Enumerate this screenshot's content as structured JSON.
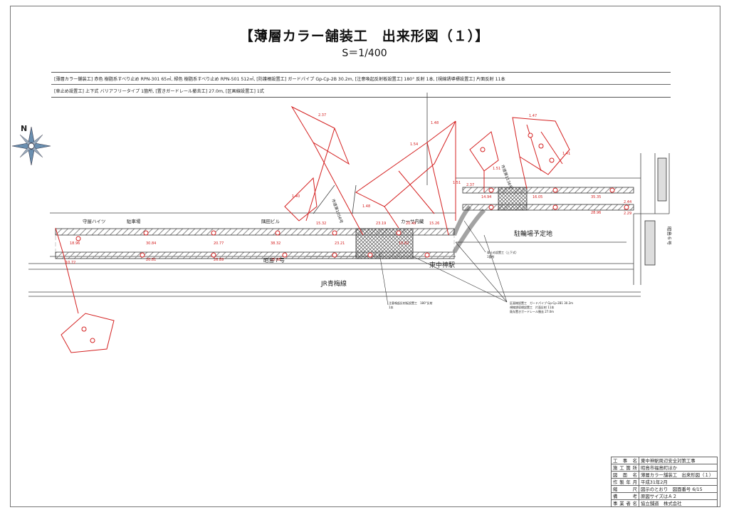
{
  "title": "【薄層カラー舗装工　出来形図（１）】",
  "scale": "S＝1/400",
  "summary": {
    "line1": "[薄層カラー舗装工] 赤色 樹脂系すべり止め RPN-301 65㎡, 緑色 樹脂系すべり止め RPN-501 512㎡, [防護柵設置工] ガードパイプ Gp-Cp-2B 30.2m, [注意喚起反射板設置工] 180° 反射 1本, [視線誘導標設置工] 片面反射 11本",
    "line2": "[車止め設置工] 上下式 バリアフリータイプ 1箇所, [置きガードレール撤去工] 27.0m, [区画線設置工] 1式"
  },
  "map_labels": {
    "compass_n": "N",
    "moriya_heights": "守屋ハイツ",
    "parking": "駐車場",
    "sumita_bldg": "隅田ビル",
    "carsa_uchigura": "カーサ内藏",
    "bicycle_parking": "駐輪場予定地",
    "akishima7": "昭島７号",
    "akishima6": "昭島６号",
    "higashinakagami_station": "東中神駅",
    "jr_ome_line": "JR青梅線",
    "city_road_1": "市道第1056号",
    "city_road_2": "市道第1136号"
  },
  "callouts": {
    "c1": "注意喚起反射板設置工　180°反射",
    "c1b": "1本",
    "c2": "車止め設置工（上下式）",
    "c2b": "1箇所",
    "c3": "区画線設置工　ガードパイプ Gp-Cp-2B1 30.2m",
    "c3b": "視線誘導標設置工　片面反射 11本",
    "c3c": "既存置きガードレール撤去 27.0m"
  },
  "dims": [
    "1.48",
    "2.37",
    "1.40",
    "1.51",
    "1.48",
    "2.37",
    "1.51",
    "1.47",
    "1.54",
    "1.41",
    "23.19",
    "23.21",
    "18.96",
    "38.32",
    "15.32",
    "20.77",
    "30.84",
    "20.81",
    "26.89",
    "25.68",
    "14.94",
    "16.05",
    "35.35",
    "28.96",
    "2.44",
    "2.29",
    "20.46",
    "15.26",
    "10.72",
    "10.62"
  ],
  "info_block": [
    {
      "key": "工事名",
      "value": "東中神駅周辺安全対策工事"
    },
    {
      "key": "施工箇所",
      "value": "昭島市福島町ほか"
    },
    {
      "key": "図面名",
      "value": "薄層カラー舗装工　出来形図（１）"
    },
    {
      "key": "作製年月",
      "value": "平成31年2月"
    },
    {
      "key": "縮尺",
      "value": "図示のとおり　図面番号 6/15"
    },
    {
      "key": "備考",
      "value": "原図サイズはＡ２"
    },
    {
      "key": "事業者名",
      "value": "協立舗道　株式会社"
    }
  ],
  "colors": {
    "markup_red": "#d42020",
    "line_dark": "#333333",
    "hatch_gray": "#8a8a8a"
  }
}
